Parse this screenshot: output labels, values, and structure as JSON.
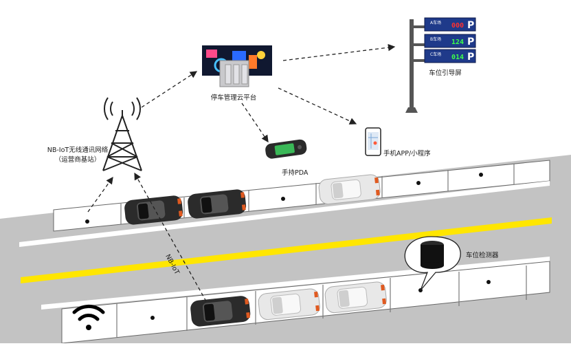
{
  "labels": {
    "tower": "NB-IoT无线通讯网络",
    "tower_sub": "（运营商基站）",
    "cloud": "停车管理云平台",
    "guide_screen": "车位引导屏",
    "app": "手机APP/小程序",
    "pda": "手持PDA",
    "detector": "车位检测器",
    "nb_link": "NB-IoT"
  },
  "guide_rows": [
    {
      "zone": "A车场",
      "count": "000",
      "color": "#ff3030"
    },
    {
      "zone": "B车场",
      "count": "124",
      "color": "#3cff4a"
    },
    {
      "zone": "C车场",
      "count": "014",
      "color": "#3cff4a"
    }
  ],
  "guide_letter": "P",
  "colors": {
    "road": "#bfbfbf",
    "center_line": "#ffe600",
    "screen_blue": "#1f3a8a"
  }
}
